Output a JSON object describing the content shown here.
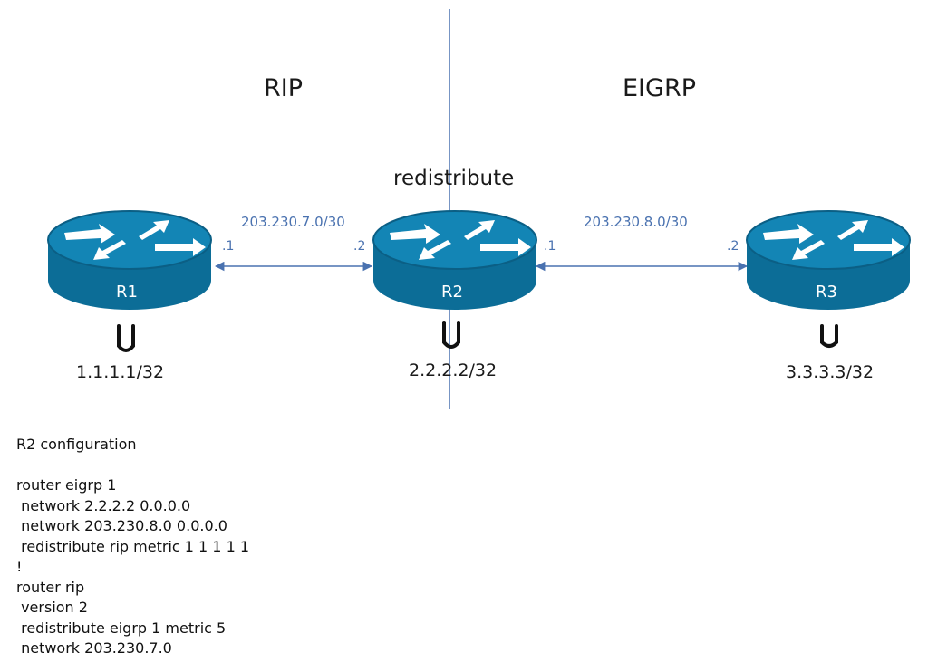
{
  "zones": {
    "left": "RIP",
    "right": "EIGRP"
  },
  "redistribute_label": "redistribute",
  "links": [
    {
      "subnet": "203.230.7.0/30",
      "left_if": ".1",
      "right_if": ".2"
    },
    {
      "subnet": "203.230.8.0/30",
      "left_if": ".1",
      "right_if": ".2"
    }
  ],
  "routers": [
    {
      "name": "R1",
      "loopback": "1.1.1.1/32"
    },
    {
      "name": "R2",
      "loopback": "2.2.2.2/32"
    },
    {
      "name": "R3",
      "loopback": "3.3.3.3/32"
    }
  ],
  "colors": {
    "router_body": "#0c6d97",
    "router_top": "#1385b5",
    "link": "#4a72b0",
    "separator": "#4a72b0"
  },
  "config": {
    "title": "R2 configuration",
    "lines": [
      "router eigrp 1",
      " network 2.2.2.2 0.0.0.0",
      " network 203.230.8.0 0.0.0.0",
      " redistribute rip metric 1 1 1 1 1",
      "!",
      "router rip",
      " version 2",
      " redistribute eigrp 1 metric 5",
      " network 203.230.7.0"
    ]
  }
}
